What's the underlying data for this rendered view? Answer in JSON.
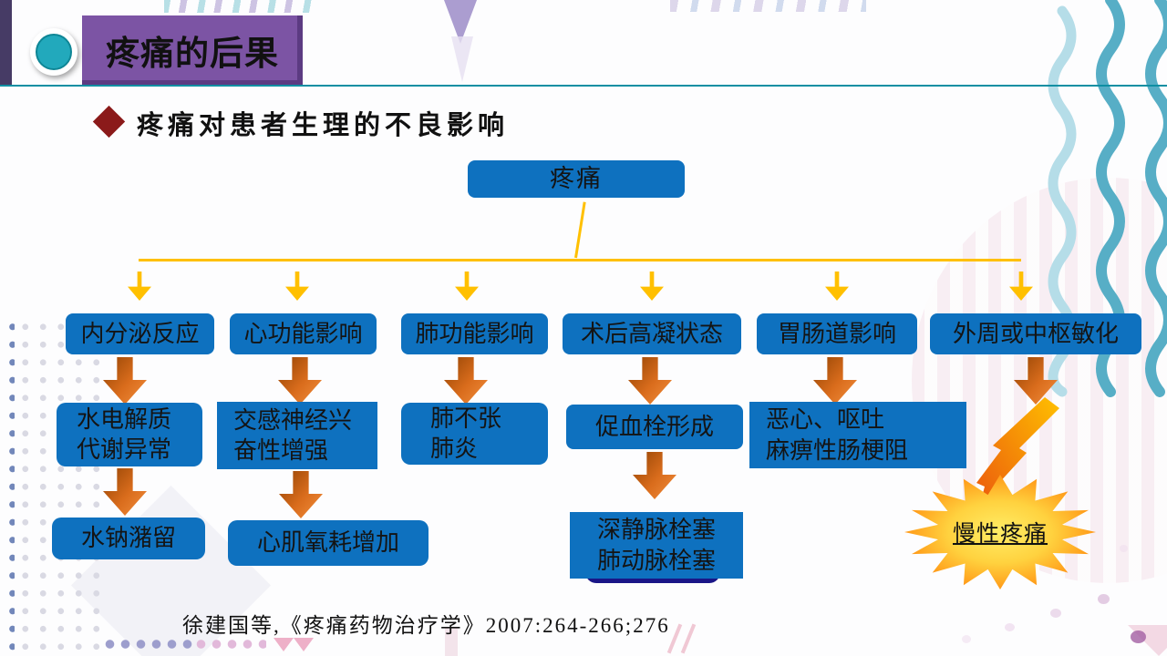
{
  "header": {
    "title": "疼痛的后果"
  },
  "subtitle": {
    "text": "疼痛对患者生理的不良影响"
  },
  "flowchart": {
    "root": "疼痛",
    "columns": [
      {
        "top": "内分泌反应",
        "mid1": "水电解质",
        "mid2": "代谢异常",
        "bot1": "水钠潴留"
      },
      {
        "top": "心功能影响",
        "mid1": "交感神经兴",
        "mid2": "奋性增强",
        "bot1": "心肌氧耗增加"
      },
      {
        "top": "肺功能影响",
        "mid1": "肺不张",
        "mid2": "肺炎"
      },
      {
        "top": "术后高凝状态",
        "mid1": "促血栓形成",
        "bot1": "深静脉栓塞",
        "bot2": "肺动脉栓塞"
      },
      {
        "top": "胃肠道影响",
        "mid1": "恶心、呕吐",
        "mid2": "麻痹性肠梗阻"
      },
      {
        "top": "外周或中枢敏化",
        "burst": "慢性疼痛"
      }
    ]
  },
  "citation": "徐建国等,《疼痛药物治疗学》2007:264-266;276",
  "colors": {
    "box_blue": "#0E71BF",
    "navy_under": "#1A1687",
    "header_purple": "#7C54A4",
    "arrow_yellow": "#FFC000",
    "arrow_orange": "#D96C1C",
    "teal_accent": "#0E8FA3",
    "bullet_red": "#8B1A1A",
    "starburst_center": "#FFED66",
    "starburst_edge": "#F4501E"
  }
}
